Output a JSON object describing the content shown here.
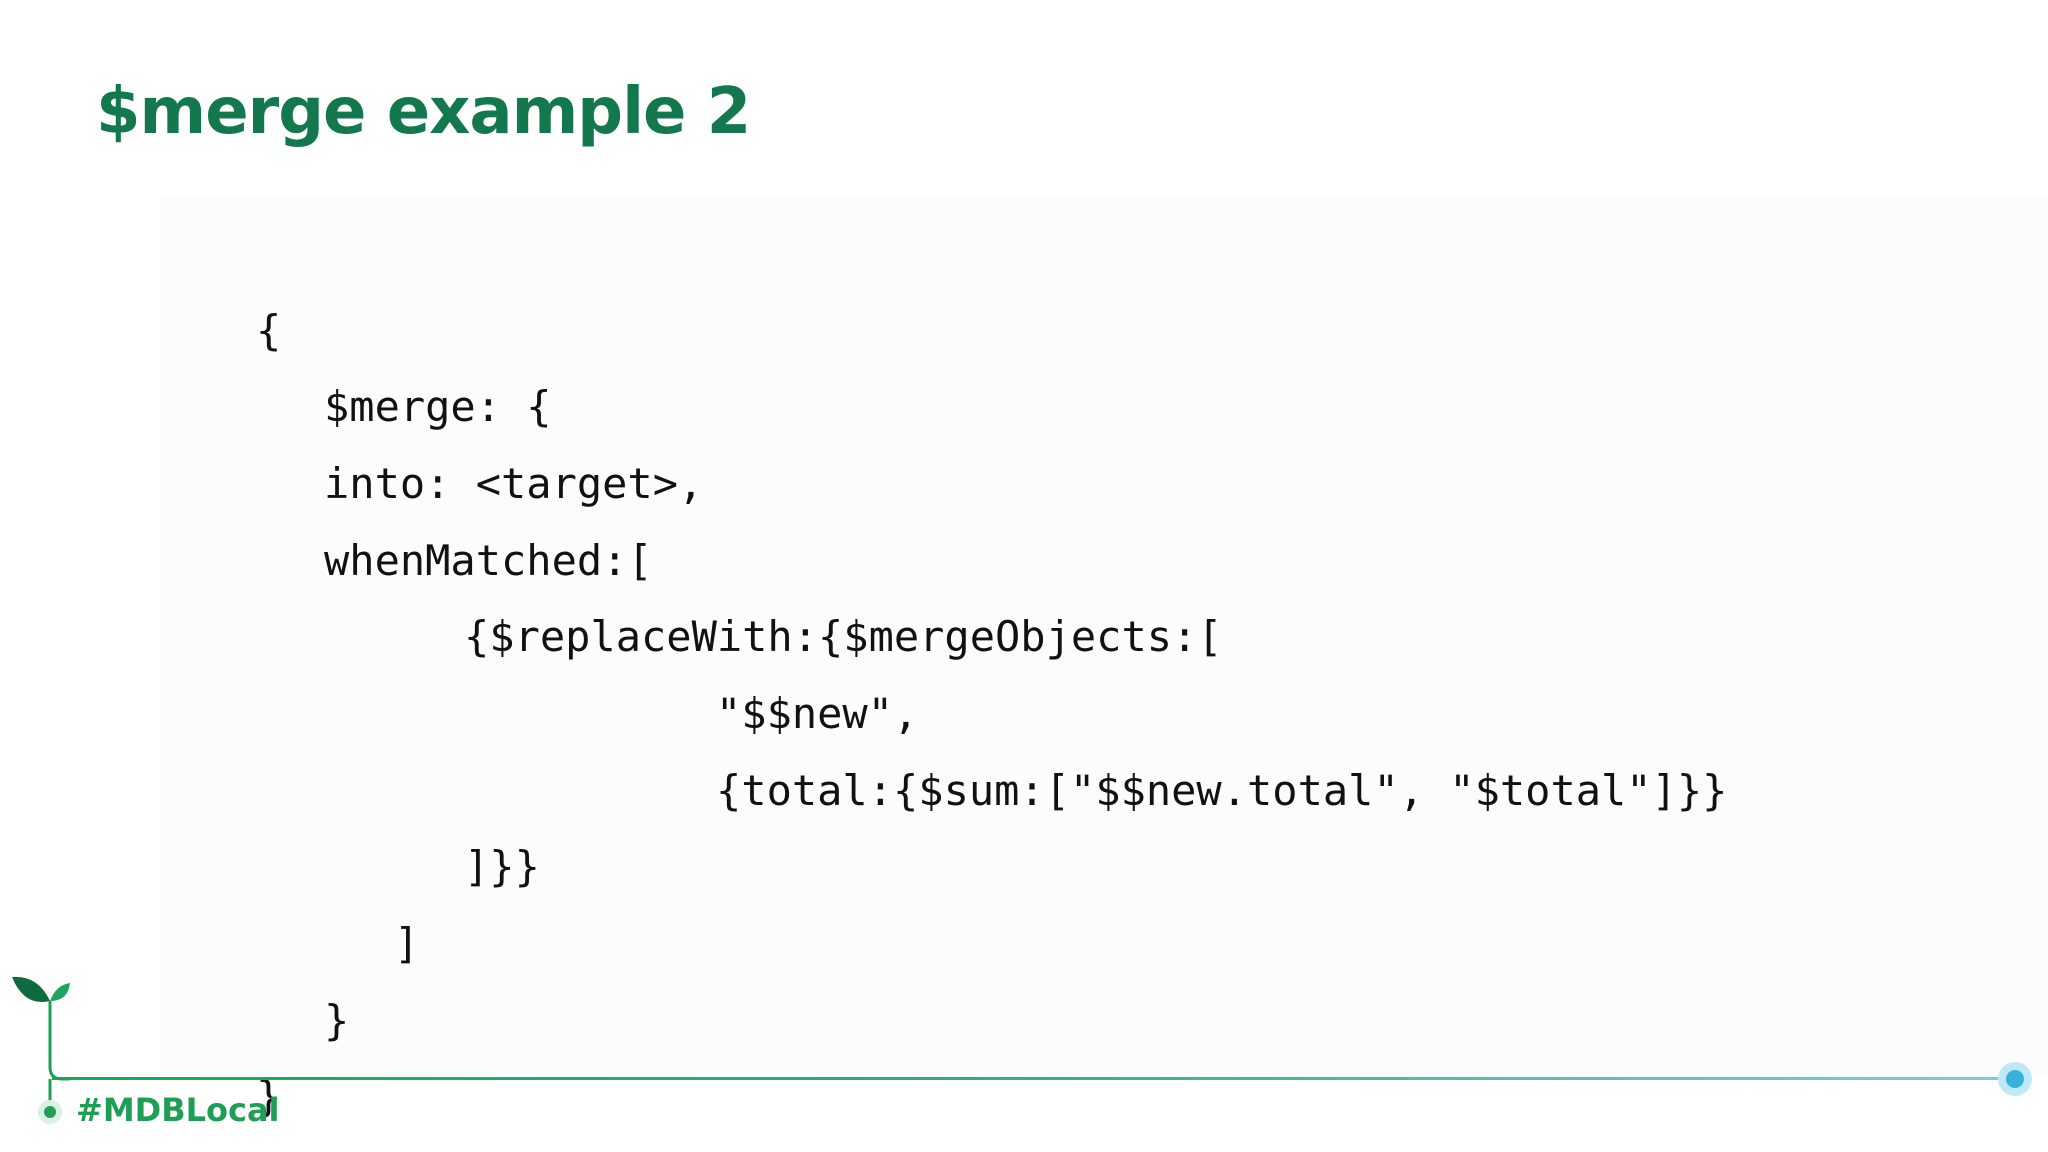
{
  "slide": {
    "title": "$merge example 2",
    "hashtag": "#MDBLocal",
    "brand_color": "#13784e"
  },
  "code": {
    "lines": [
      "{",
      "$merge: {",
      "into: <target>,",
      "whenMatched:[",
      "{$replaceWith:{$mergeObjects:[",
      "\"$$new\",",
      "{total:{$sum:[\"$$new.total\", \"$total\"]}}",
      "]}}",
      "]",
      "}",
      "}"
    ]
  },
  "icons": {
    "logo": "sprout-icon",
    "end_marker": "timeline-dot-icon"
  }
}
